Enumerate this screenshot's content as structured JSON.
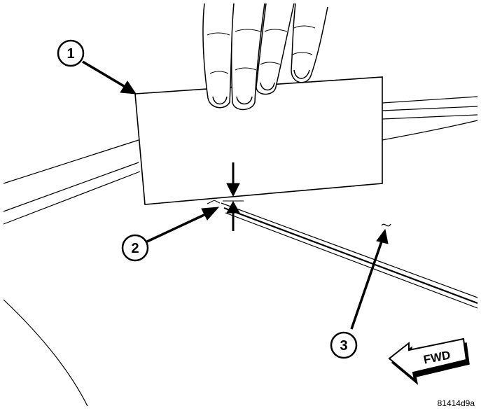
{
  "diagram": {
    "callouts": [
      {
        "id": "callout-1",
        "label": "1"
      },
      {
        "id": "callout-2",
        "label": "2"
      },
      {
        "id": "callout-3",
        "label": "3"
      }
    ],
    "direction_label": "FWD",
    "figure_reference": "81414d9a",
    "colors": {
      "ink": "#000000",
      "paper": "#ffffff"
    }
  }
}
